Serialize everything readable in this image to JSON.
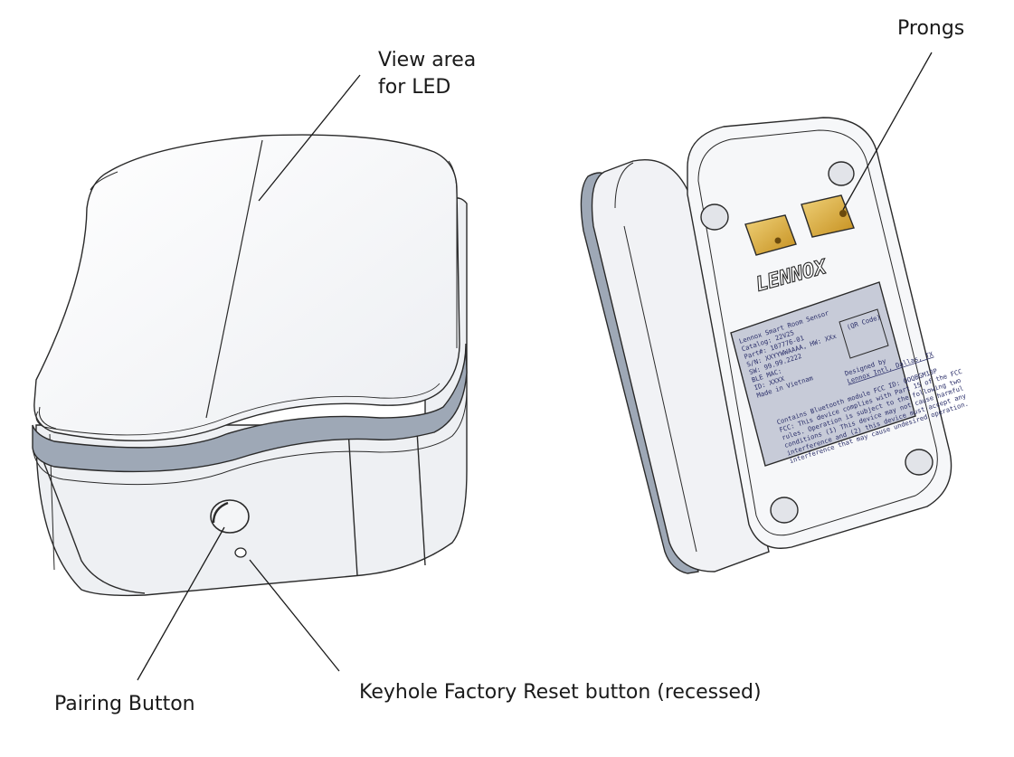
{
  "callouts": {
    "led": {
      "line1": "View area",
      "line2": "for LED"
    },
    "prongs": "Prongs",
    "pairing": "Pairing Button",
    "reset": "Keyhole Factory Reset button (recessed)"
  },
  "label_plate": {
    "brand": "LENNOX",
    "title": "Lennox Smart Room Sensor",
    "lines": [
      "Catalog: 22V25",
      "Part#: 107776-01",
      "S/N: XXYYWWAAAA, HW: XXx",
      "SW: 99.99.2222",
      "BLE MAC:",
      "ID: XXXX",
      "Made in Vietnam"
    ],
    "qr": "(QR Code)",
    "designed": [
      "Designed by",
      "Lennox Intl, Dallas, TX"
    ],
    "fcc": [
      "Contains Bluetooth module FCC ID: QOQBGM13P",
      "FCC: This device complies with Part 15 of the FCC",
      "rules. Operation is subject to the following two",
      "conditions (1) This device may not cause harmful",
      "interference and (2) this device must accept any",
      "interference that may cause undesired operation."
    ]
  },
  "colors": {
    "outline": "#2a2a2a",
    "body": "#f4f4f6",
    "band": "#9ea8b6",
    "plate": "#c7cbd8",
    "prong": "#d3a232"
  }
}
